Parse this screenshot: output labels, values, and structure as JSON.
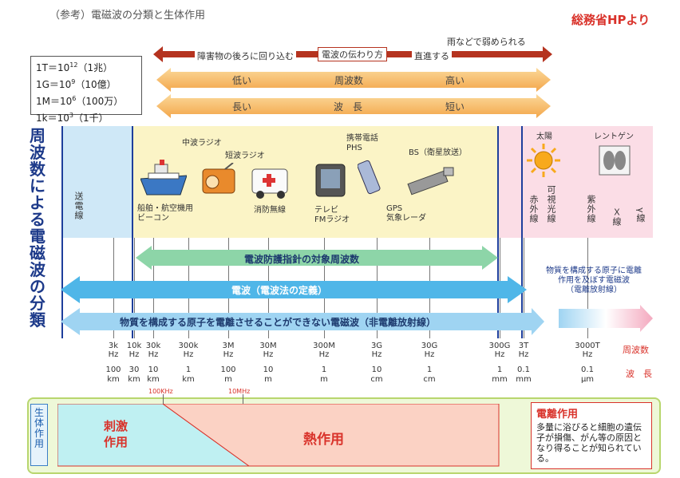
{
  "title": "（参考）電磁波の分類と生体作用",
  "source": "総務省HPより",
  "units": [
    "1T＝10",
    "1G＝10",
    "1M＝10",
    "1k＝10"
  ],
  "unit_exps": [
    "12",
    "9",
    "6",
    "3"
  ],
  "unit_words": [
    "（1兆）",
    "（10億）",
    "（100万）",
    "（1千）"
  ],
  "propagation": {
    "left": "障害物の後ろに回り込む",
    "center": "電波の伝わり方",
    "right": "直進する",
    "right_top": "雨などで弱められる"
  },
  "frequency_arrow": {
    "left": "低い",
    "center": "周波数",
    "right": "高い"
  },
  "wavelength_arrow": {
    "left": "長い",
    "center": "波　長",
    "right": "短い"
  },
  "side_title": "周波数による電磁波の分類",
  "power_line": "送電線",
  "devices": {
    "ship": "船舶・航空機用\nビーコン",
    "mw_radio": "中波ラジオ",
    "sw_radio": "短波ラジオ",
    "fire_radio": "消防無線",
    "tv": "テレビ\nFMラジオ",
    "phone": "携帯電話\nPHS",
    "gps": "GPS\n気象レーダ",
    "bs": "BS（衛星放送）"
  },
  "sun": "太陽",
  "xray": "レントゲン",
  "light_bands": [
    "赤外線",
    "可視光線",
    "紫外線",
    "Ｘ線",
    "γ線"
  ],
  "bands": {
    "guideline": "電波防護指針の対象周波数",
    "radio": "電波（電波法の定義）",
    "non_ionizing": "物質を構成する原子を電離させることができない電磁波（非電離放射線）",
    "ionizing_note": "物質を構成する原子に電離\n作用を及ぼす電磁波\n（電離放射線）"
  },
  "frequencies": [
    "3k\nHz",
    "10k\nHz",
    "30k\nHz",
    "300k\nHz",
    "3M\nHz",
    "30M\nHz",
    "300M\nHz",
    "3G\nHz",
    "30G\nHz",
    "300G\nHz",
    "3T\nHz",
    "3000T\nHz"
  ],
  "freq_label": "周波数",
  "wavelengths": [
    "100\nkm",
    "30\nkm",
    "10\nkm",
    "1\nkm",
    "100\nm",
    "10\nm",
    "1\nm",
    "10\ncm",
    "1\ncm",
    "1\nmm",
    "0.1\nmm",
    "0.1\nμm"
  ],
  "wl_label": "波　長",
  "markers": [
    "100KHz",
    "10MHz"
  ],
  "bio": {
    "label": "生体作用",
    "stimulus": "刺激\n作用",
    "heat": "熱作用",
    "ion_title": "電離作用",
    "ion_desc": "多量に浴びると細胞の遺伝子が損傷、がん等の原因となり得ることが知られている。"
  }
}
